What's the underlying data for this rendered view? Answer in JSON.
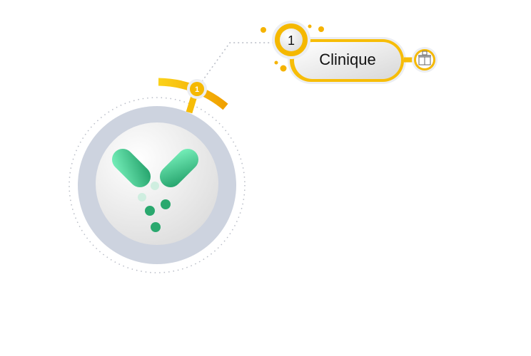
{
  "center": {
    "badge_number": "1"
  },
  "node": {
    "number": "1",
    "label": "Clinique",
    "icon": "clinic-building-icon"
  },
  "colors": {
    "yellow": "#f9c700",
    "orange": "#f0a000",
    "ring": "#cdd3df",
    "green": "#3ddc97"
  }
}
